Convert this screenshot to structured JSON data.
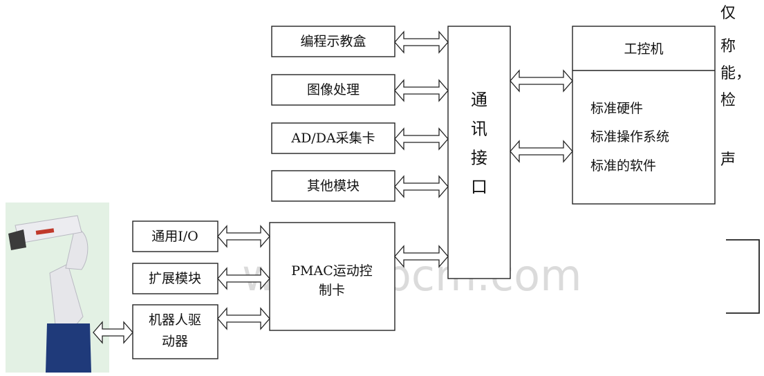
{
  "diagram": {
    "watermark": "www.dbcm.com",
    "modules": [
      "编程示教盒",
      "图像处理",
      "AD/DA采集卡",
      "其他模块"
    ],
    "comm_interface_chars": [
      "通",
      "讯",
      "接",
      "口"
    ],
    "ipc": {
      "title": "工控机",
      "items": [
        "标准硬件",
        "标准操作系统",
        "标准的软件"
      ]
    },
    "left_boxes": {
      "io": "通用I/O",
      "expansion": "扩展模块",
      "robot_driver_line1": "机器人驱",
      "robot_driver_line2": "动器"
    },
    "pmac": {
      "line1": "PMAC运动控",
      "line2": "制卡"
    },
    "side_text": [
      "仅",
      "称",
      "能，",
      "检",
      "声"
    ],
    "colors": {
      "robot_body": "#e6e6ea",
      "robot_base": "#1f3a7a",
      "photo_bg": "#e3f1e4",
      "accent_red": "#c0392b"
    }
  }
}
